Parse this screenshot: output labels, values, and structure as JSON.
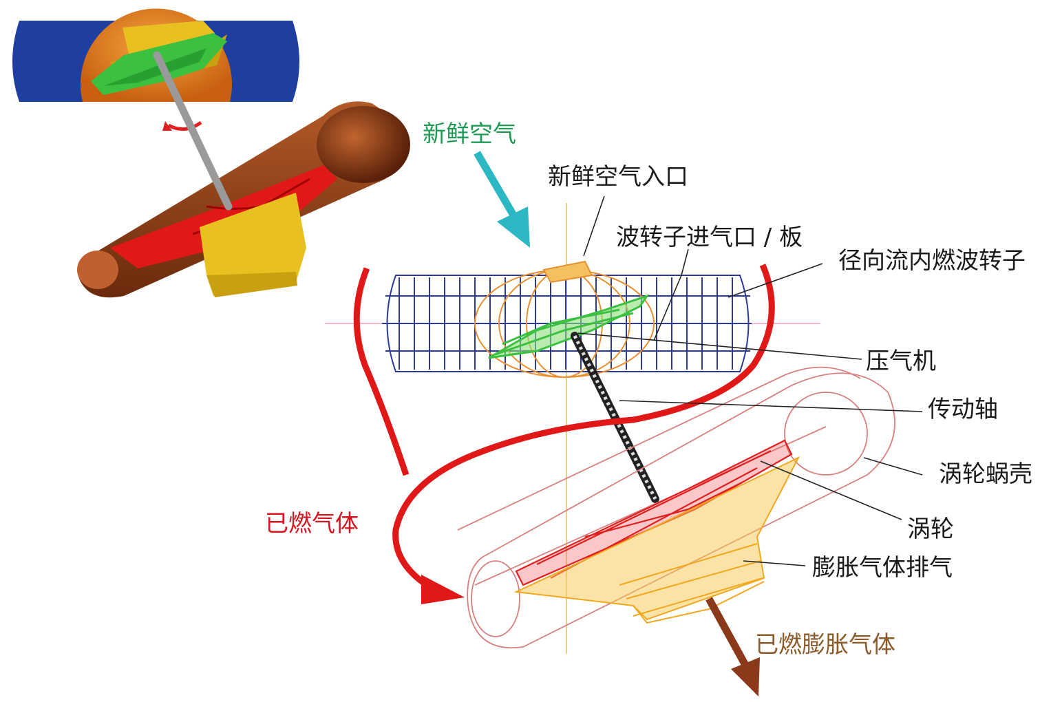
{
  "labels": {
    "fresh_air": "新鲜空气",
    "fresh_air_inlet": "新鲜空气入口",
    "wave_rotor_inlet_plate": "波转子进气口 / 板",
    "radial_wave_rotor": "径向流内燃波转子",
    "compressor": "压气机",
    "drive_shaft": "传动轴",
    "turbine_volute": "涡轮蜗壳",
    "turbine": "涡轮",
    "expanded_gas_exhaust": "膨胀气体排气",
    "burned_gas": "已燃气体",
    "burned_expanded_gas": "已燃膨胀气体"
  },
  "colors": {
    "fresh_air": "#1e9a55",
    "fresh_air_arrow": "#2cb8c2",
    "burned_gas": "#d4141e",
    "burned_expanded_gas": "#8a5a2a",
    "rotor_wire": "#2a3a9a",
    "turbine_red": "#e02020",
    "turbine_yellow": "#f0b020",
    "compressor_green": "#3cc040",
    "housing_blue": "#1f3fa0",
    "housing_orange": "#e8801a",
    "volute_brown": "#8a3a10"
  }
}
